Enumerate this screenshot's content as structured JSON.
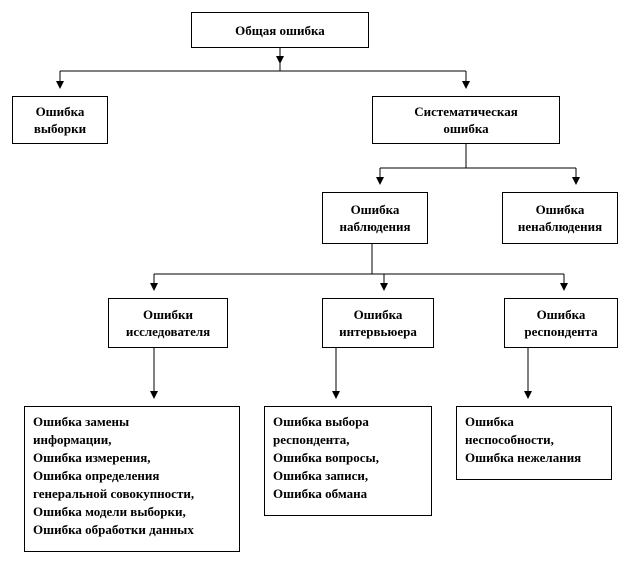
{
  "diagram": {
    "nodes": {
      "total": [
        "Общая ошибка"
      ],
      "sampling": [
        "Ошибка",
        "выборки"
      ],
      "systematic": [
        "Систематическая",
        "ошибка"
      ],
      "observation": [
        "Ошибка",
        "наблюдения"
      ],
      "nonobservation": [
        "Ошибка",
        "ненаблюдения"
      ],
      "researcher": [
        "Ошибки",
        "исследователя"
      ],
      "interviewer": [
        "Ошибка",
        "интервьюера"
      ],
      "respondent": [
        "Ошибка",
        "респондента"
      ],
      "researcher_list": [
        "Ошибка замены",
        "информации,",
        "Ошибка измерения,",
        "Ошибка определения",
        "генеральной совокупности,",
        "Ошибка модели выборки,",
        "Ошибка обработки данных"
      ],
      "interviewer_list": [
        "Ошибка выбора",
        "респондента,",
        "Ошибка вопросы,",
        "Ошибка записи,",
        "Ошибка обмана"
      ],
      "respondent_list": [
        "Ошибка",
        "неспособности,",
        "Ошибка нежелания"
      ]
    },
    "edges": [
      [
        "total",
        "sampling"
      ],
      [
        "total",
        "systematic"
      ],
      [
        "systematic",
        "observation"
      ],
      [
        "systematic",
        "nonobservation"
      ],
      [
        "observation",
        "researcher"
      ],
      [
        "observation",
        "interviewer"
      ],
      [
        "observation",
        "respondent"
      ],
      [
        "researcher",
        "researcher_list"
      ],
      [
        "interviewer",
        "interviewer_list"
      ],
      [
        "respondent",
        "respondent_list"
      ]
    ]
  }
}
